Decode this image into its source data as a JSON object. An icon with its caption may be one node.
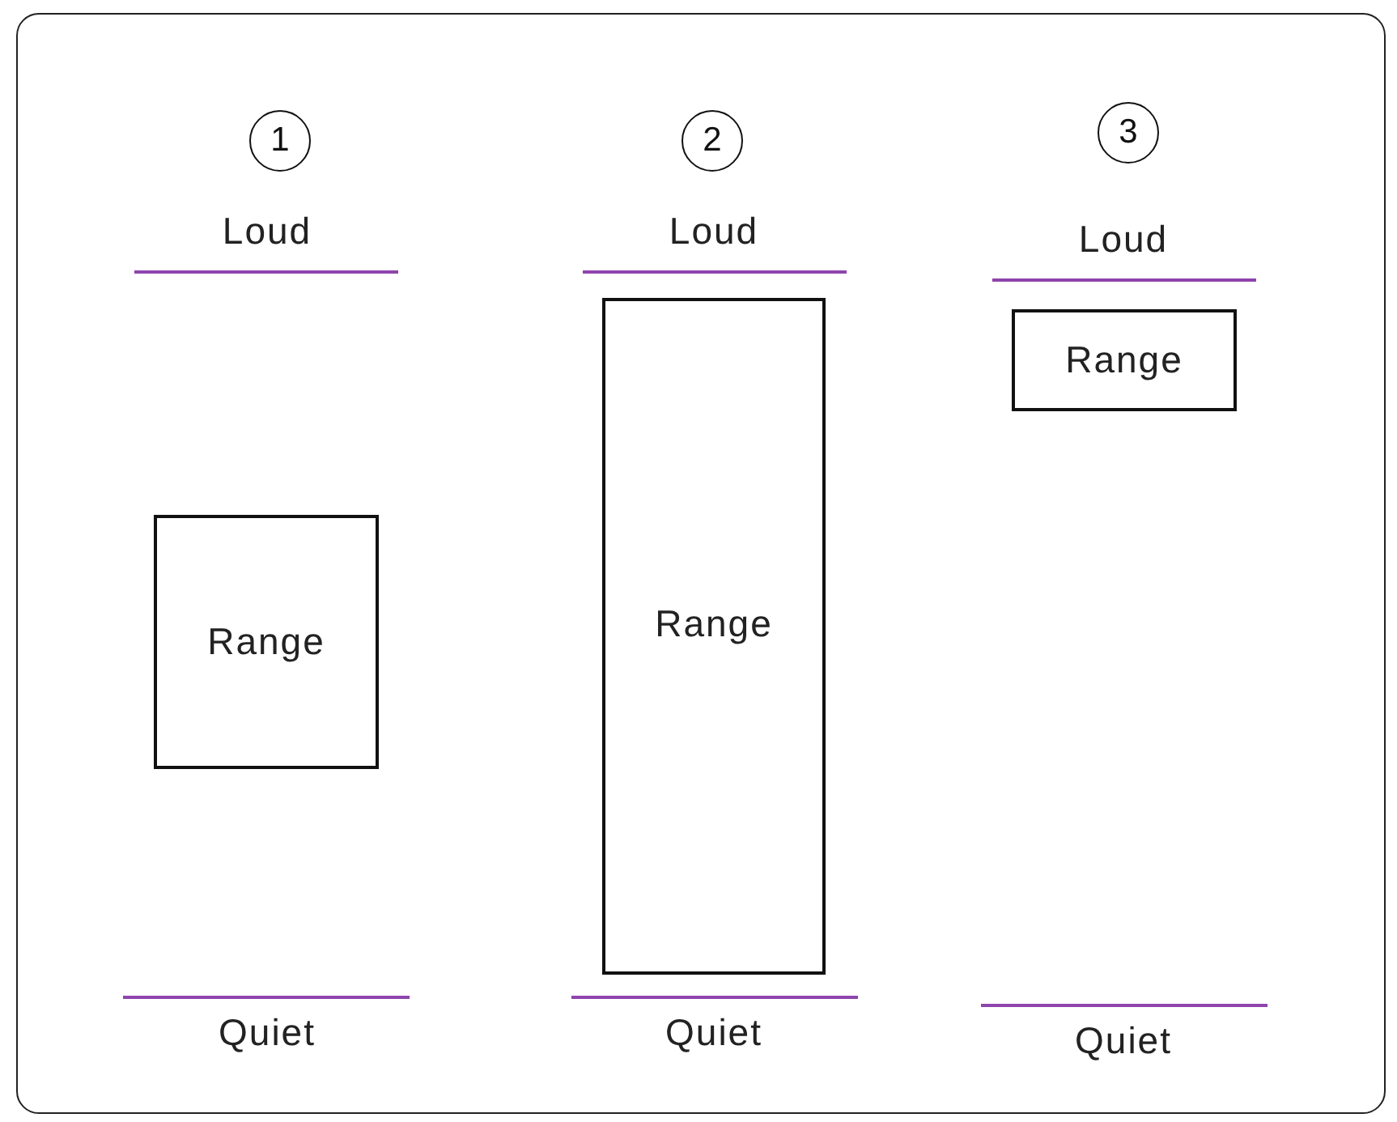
{
  "diagram": {
    "nodes": [
      {
        "text": [
          "1"
        ]
      },
      {
        "text": [
          "2"
        ]
      },
      {
        "text": [
          "3"
        ]
      },
      {
        "text": [
          "Range"
        ]
      },
      {
        "text": [
          "Range"
        ]
      },
      {
        "text": [
          "Range"
        ]
      }
    ],
    "labels": [
      "Loud",
      "Loud",
      "Loud",
      "Quiet",
      "Quiet",
      "Quiet"
    ]
  }
}
